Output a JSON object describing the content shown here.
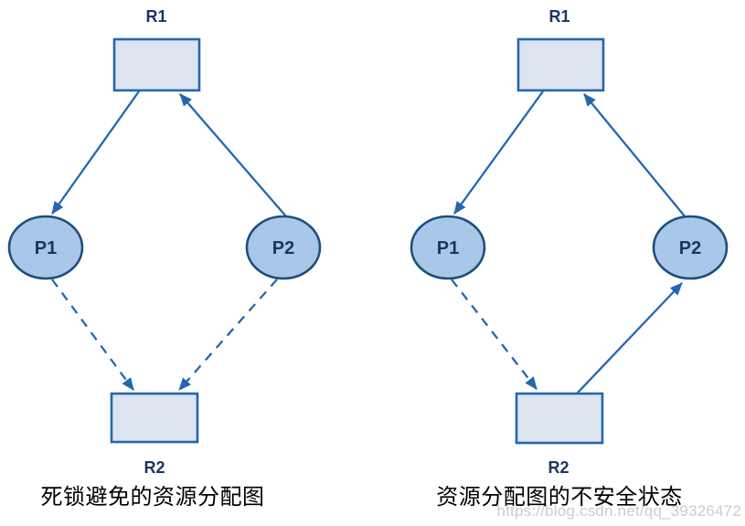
{
  "figure": {
    "type": "resource-allocation-graphs",
    "watermark": "https://blog.csdn.net/qq_39326472"
  },
  "colors": {
    "resource_fill": "#dce4f0",
    "resource_border": "#2267b0",
    "process_fill": "#a9c7e9",
    "process_border": "#1f4e79",
    "edge": "#2267b0",
    "node_label": "#17375e",
    "caption": "#000000",
    "watermark": "#cccccc"
  },
  "diagrams": [
    {
      "id": "deadlock-avoidance",
      "caption": "死锁避免的资源分配图",
      "nodes": {
        "r1": "R1",
        "p1": "P1",
        "p2": "P2",
        "r2": "R2"
      },
      "edges": [
        {
          "from": "R1",
          "to": "P1",
          "style": "solid"
        },
        {
          "from": "P2",
          "to": "R1",
          "style": "solid"
        },
        {
          "from": "P1",
          "to": "R2",
          "style": "dashed"
        },
        {
          "from": "P2",
          "to": "R2",
          "style": "dashed"
        }
      ]
    },
    {
      "id": "unsafe-state",
      "caption": "资源分配图的不安全状态",
      "nodes": {
        "r1": "R1",
        "p1": "P1",
        "p2": "P2",
        "r2": "R2"
      },
      "edges": [
        {
          "from": "R1",
          "to": "P1",
          "style": "solid"
        },
        {
          "from": "P2",
          "to": "R1",
          "style": "solid"
        },
        {
          "from": "P1",
          "to": "R2",
          "style": "dashed"
        },
        {
          "from": "R2",
          "to": "P2",
          "style": "solid"
        }
      ]
    }
  ]
}
